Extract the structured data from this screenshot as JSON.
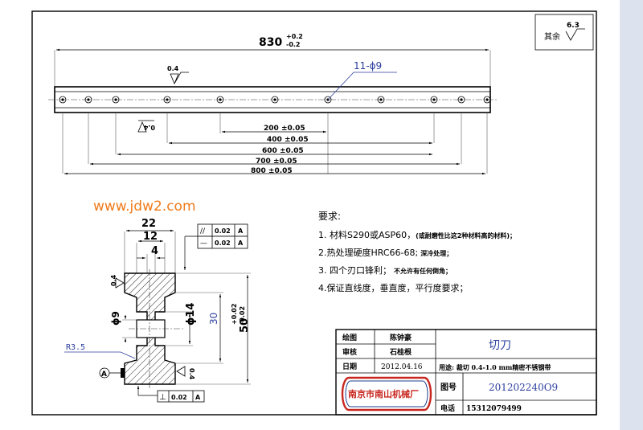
{
  "watermark": "www.jdw2.com",
  "roughness": {
    "label": "其余",
    "value": "6.3"
  },
  "top_view": {
    "overall_dim": "830",
    "overall_tol_upper": "+0.2",
    "overall_tol_lower": "-0.2",
    "surface_finish_top": "0.4",
    "surface_finish_bottom": "0.4",
    "hole_callout": "11-ϕ9",
    "spacing_dims": [
      {
        "value": "200",
        "tol": "±0.05"
      },
      {
        "value": "400",
        "tol": "±0.05"
      },
      {
        "value": "600",
        "tol": "±0.05"
      },
      {
        "value": "700",
        "tol": "±0.05"
      },
      {
        "value": "800",
        "tol": "±0.05"
      }
    ]
  },
  "section_view": {
    "width_dim": "22",
    "inner_width_dim": "12",
    "slot_dim": "4",
    "height_dim": "50",
    "height_tol_upper": "+0.02",
    "height_tol_lower": "-0.02",
    "bore_dim": "ϕ14",
    "inner_height_dim": "30",
    "hole_dim": "ϕ9",
    "radius": "R3.5",
    "finish_left": "0.4",
    "finish_right": "0.4",
    "datum": "A",
    "tolerance_frames": [
      {
        "symbol": "//",
        "value": "0.02",
        "datum": "A"
      },
      {
        "symbol": "—",
        "value": "0.02",
        "datum": "A"
      },
      {
        "symbol": "⊥",
        "value": "0.02",
        "datum": "A"
      }
    ]
  },
  "requirements": {
    "heading": "要求:",
    "items": [
      {
        "main": "1. 材料S290或ASP60，",
        "note": "(或耐磨性比这2种材料高的材料)；"
      },
      {
        "main": "2.热处理硬度HRC66-68;",
        "note": "深冷处理；"
      },
      {
        "main": "3. 四个刃口锋利；",
        "note": "不允许有任何倒角；"
      },
      {
        "main": "4.保证直线度，垂直度，平行度要求；",
        "note": ""
      }
    ]
  },
  "title_block": {
    "draw_label": "绘图",
    "draw_name": "陈钟豪",
    "check_label": "审核",
    "check_name": "石桂根",
    "date_label": "日期",
    "date_value": "2012.04.16",
    "part_name": "切刀",
    "usage": "用途: 裁切 0.4-1.0 mm精密不锈钢带",
    "company": "南京市南山机械厂",
    "drawing_no_label": "图号",
    "drawing_no": "201202240O9",
    "phone_label": "电话",
    "phone": "15312079499"
  }
}
